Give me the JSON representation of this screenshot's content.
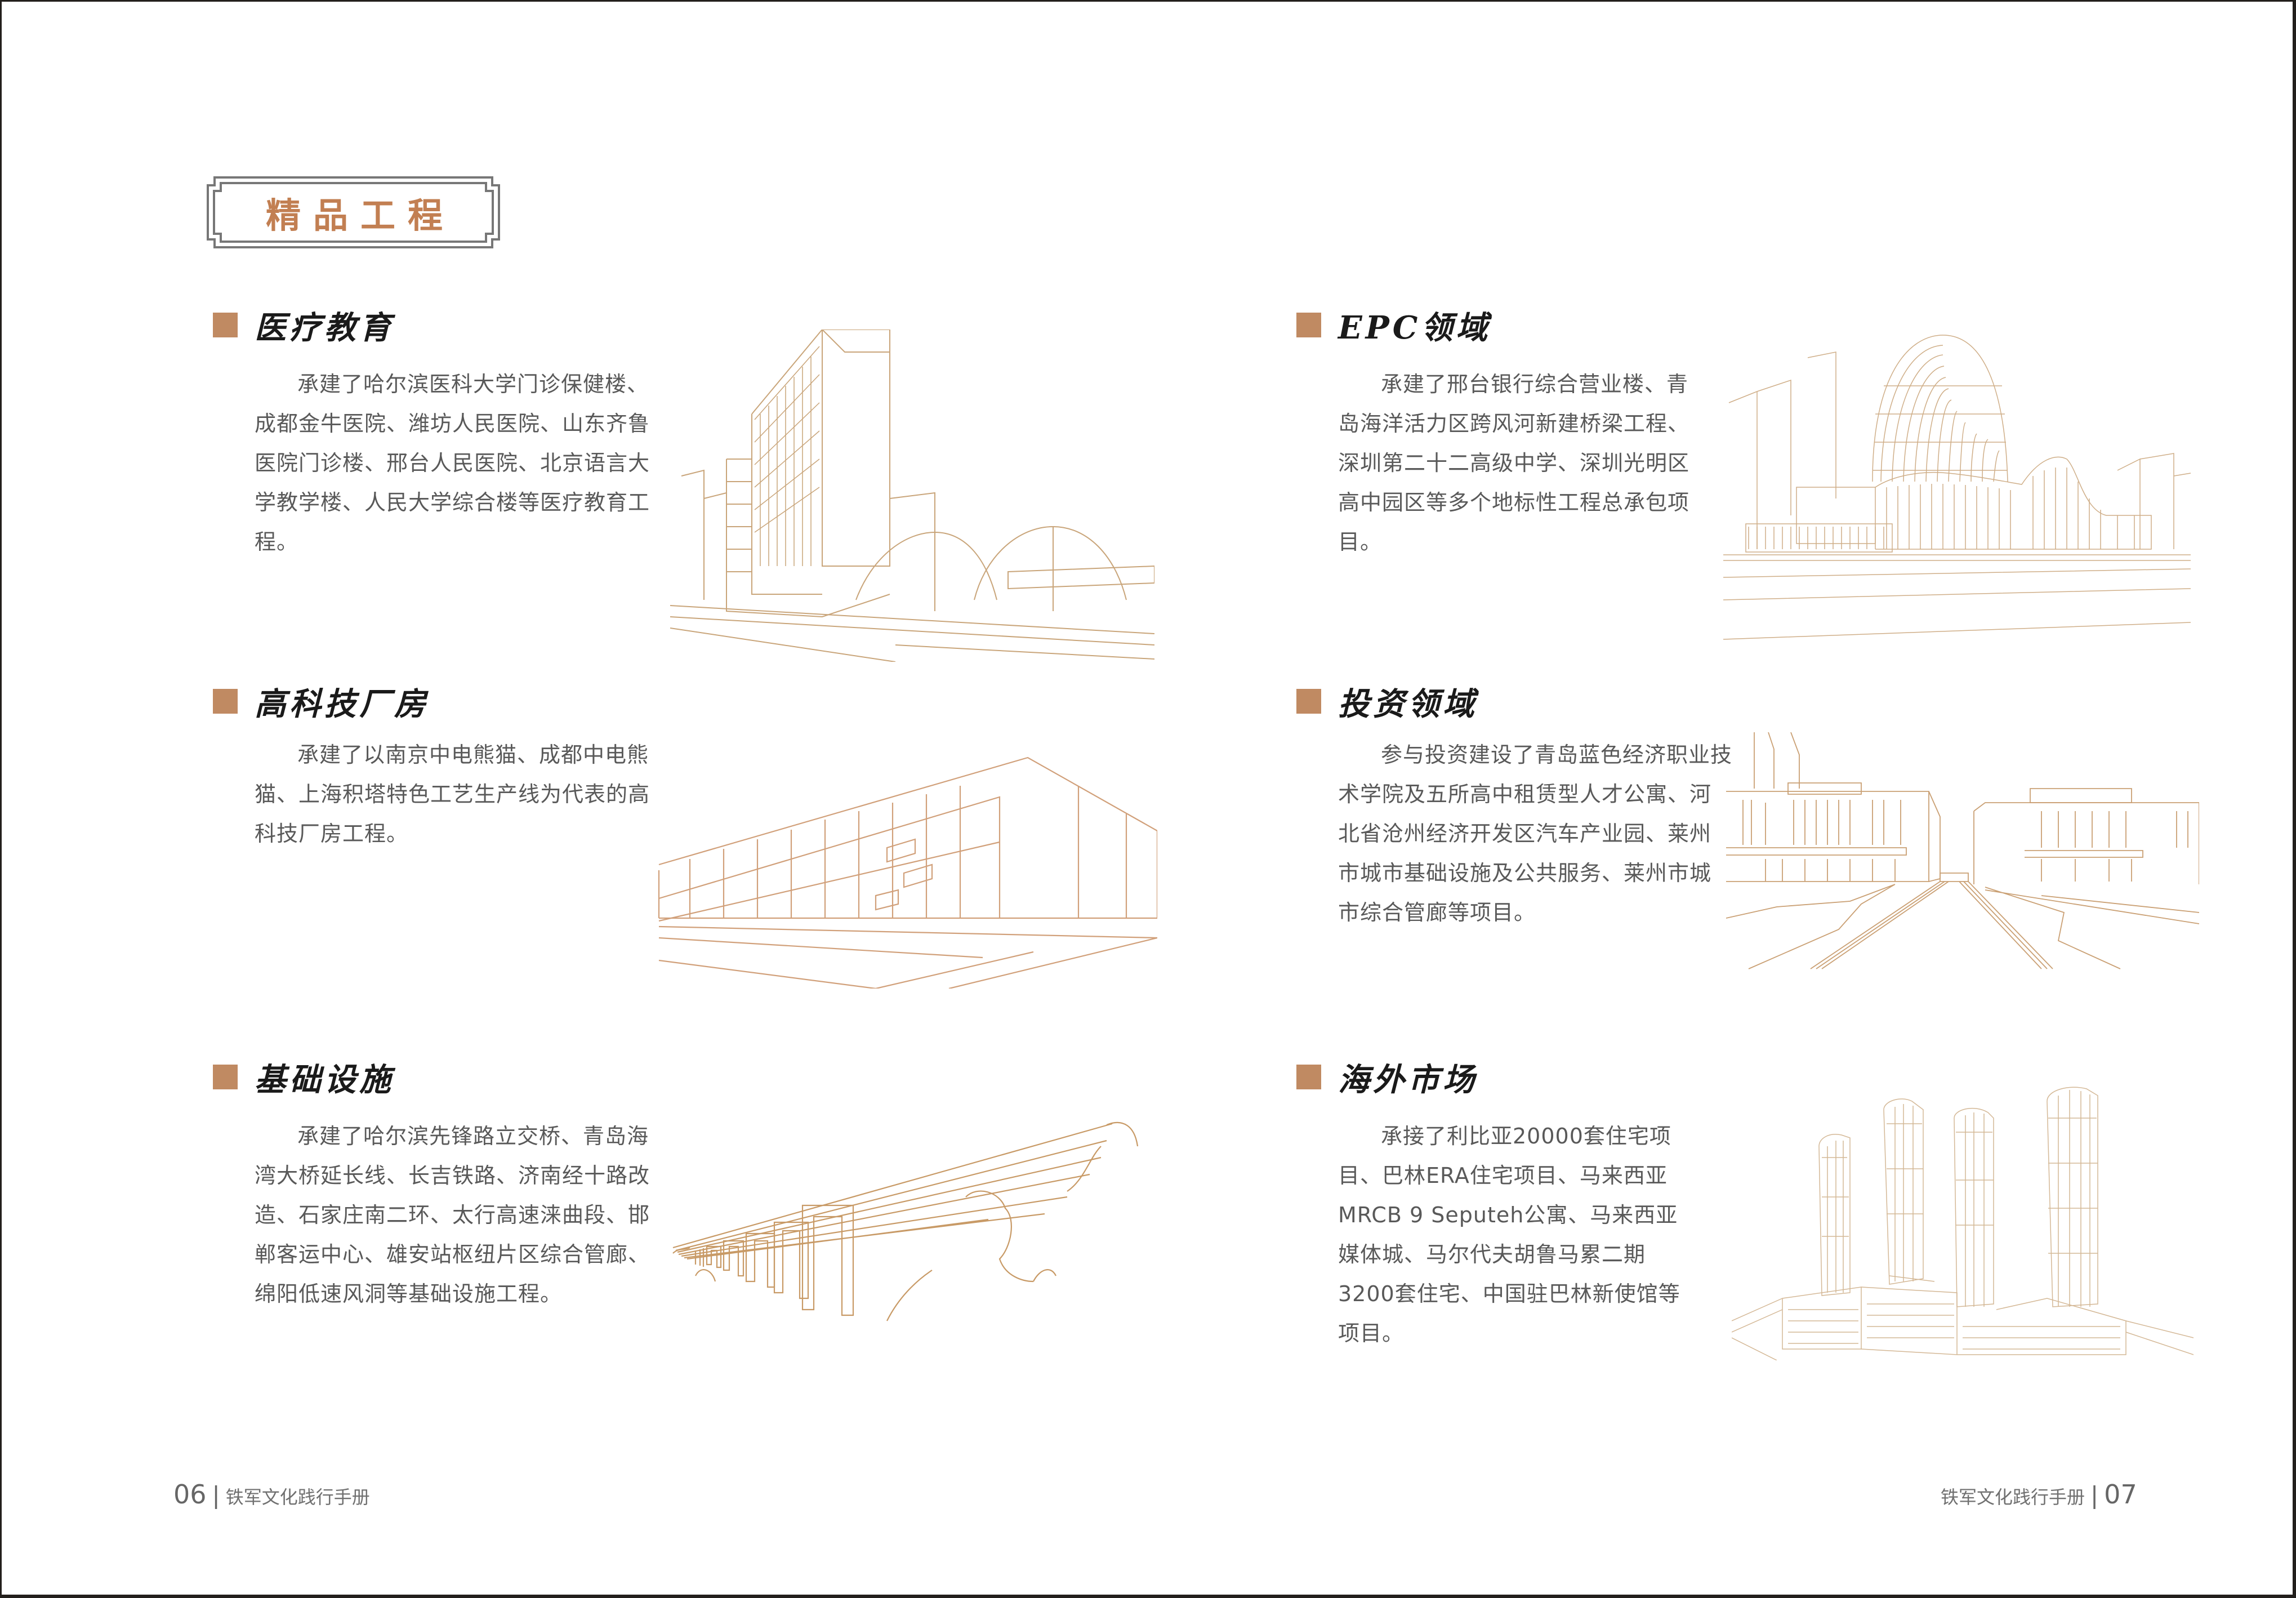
{
  "page": {
    "title": "精品工程",
    "colors": {
      "accent": "#c27f52",
      "bullet": "#c08a62",
      "line_art": "#c9a57a",
      "plaque_border": "#777777",
      "body_text": "#595959",
      "heading_text": "#1a1a1a"
    }
  },
  "sections": [
    {
      "title": "医疗教育",
      "body": "承建了哈尔滨医科大学门诊保健楼、成都金牛医院、潍坊人民医院、山东齐鲁医院门诊楼、邢台人民医院、北京语言大学教学楼、人民大学综合楼等医疗教育工程。",
      "illustration": "hospital-building-line-art"
    },
    {
      "title": "高科技厂房",
      "body": "承建了以南京中电熊猫、成都中电熊猫、上海积塔特色工艺生产线为代表的高科技厂房工程。",
      "illustration": "factory-building-line-art"
    },
    {
      "title": "基础设施",
      "body": "承建了哈尔滨先锋路立交桥、青岛海湾大桥延长线、长吉铁路、济南经十路改造、石家庄南二环、太行高速涞曲段、邯郸客运中心、雄安站枢纽片区综合管廊、绵阳低速风洞等基础设施工程。",
      "illustration": "viaduct-bridge-line-art"
    },
    {
      "title": "EPC领域",
      "body": "承建了邢台银行综合营业楼、青岛海洋活力区跨风河新建桥梁工程、深圳第二十二高级中学、深圳光明区高中园区等多个地标性工程总承包项目。",
      "illustration": "curved-landmark-building-line-art"
    },
    {
      "title": "投资领域",
      "body": "参与投资建设了青岛蓝色经济职业技术学院及五所高中租赁型人才公寓、河北省沧州经济开发区汽车产业园、莱州市城市基础设施及公共服务、莱州市城市综合管廊等项目。",
      "illustration": "campus-buildings-line-art"
    },
    {
      "title": "海外市场",
      "body": "承接了利比亚20000套住宅项目、巴林ERA住宅项目、马来西亚MRCB 9 Seputeh公寓、马来西亚媒体城、马尔代夫胡鲁马累二期3200套住宅、中国驻巴林新使馆等项目。",
      "illustration": "residential-towers-line-art"
    }
  ],
  "footer": {
    "left": {
      "page_number": "06",
      "separator": "|",
      "label": "铁军文化践行手册"
    },
    "right": {
      "page_number": "07",
      "separator": "|",
      "label": "铁军文化践行手册"
    }
  }
}
